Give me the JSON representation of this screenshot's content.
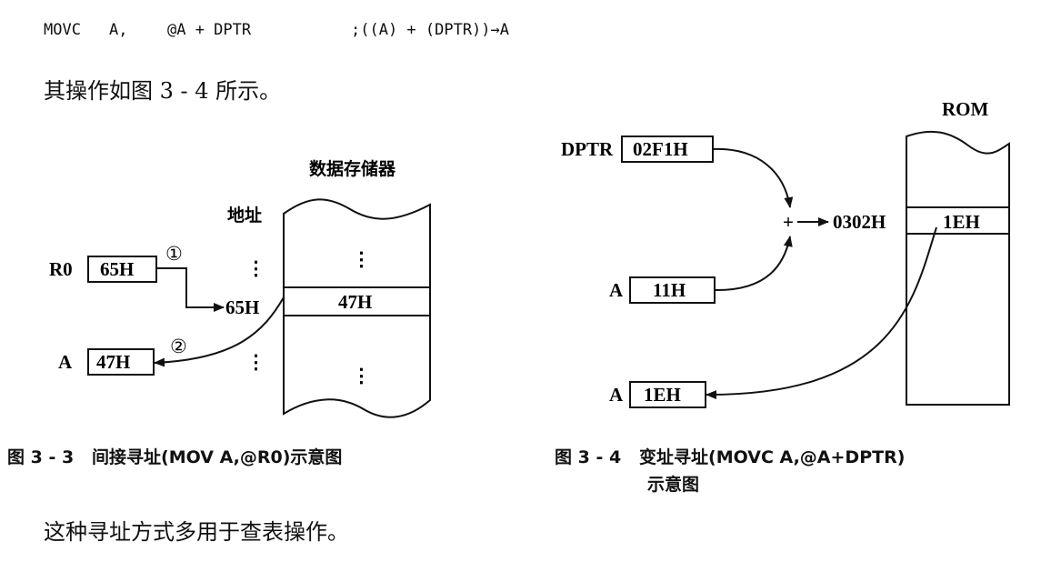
{
  "code": {
    "instruction": "MOVC",
    "operand1": "A,",
    "operand2": "@A + DPTR",
    "comment": ";((A) + (DPTR))→A"
  },
  "paragraph1": "其操作如图 3 - 4 所示。",
  "paragraph2": "这种寻址方式多用于查表操作。",
  "figure33": {
    "memory_title": "数据存储器",
    "address_label": "地址",
    "register_r0": "R0",
    "r0_value": "65H",
    "register_a": "A",
    "a_value": "47H",
    "address": "65H",
    "cell_value": "47H",
    "step1": "①",
    "step2": "②",
    "dots": "⋮",
    "caption_number": "图 3 - 3",
    "caption_text": "间接寻址(MOV A,@R0)示意图"
  },
  "figure34": {
    "memory_title": "ROM",
    "register_dptr": "DPTR",
    "dptr_value": "02F1H",
    "register_a_in": "A",
    "a_in_value": "11H",
    "plus": "+",
    "sum_address": "0302H",
    "cell_value": "1EH",
    "register_a_out": "A",
    "a_out_value": "1EH",
    "caption_number": "图 3 - 4",
    "caption_text_line1": "变址寻址(MOVC A,@A+DPTR)",
    "caption_text_line2": "示意图"
  }
}
